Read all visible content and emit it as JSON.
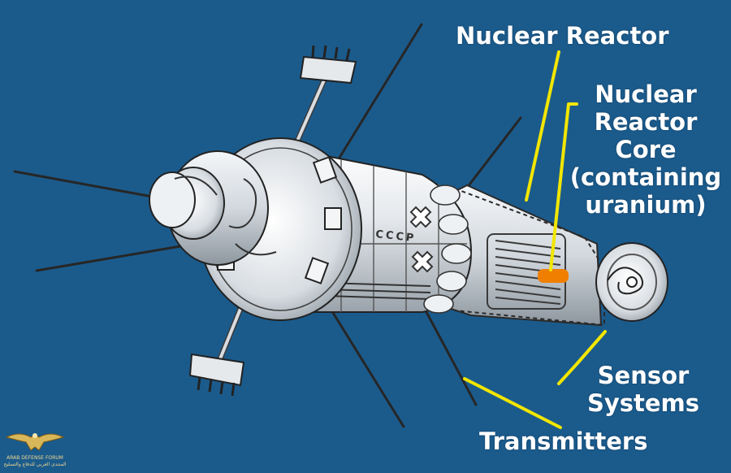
{
  "labels": {
    "nuclear_reactor": "Nuclear Reactor",
    "reactor_core": [
      "Nuclear",
      "Reactor",
      "Core",
      "(containing",
      "uranium)"
    ],
    "sensor_systems": [
      "Sensor",
      "Systems"
    ],
    "transmitters": "Transmitters",
    "hull_marking": "CCCP"
  },
  "colors": {
    "background": "#1b5b8c",
    "callout_line": "#f2e600",
    "core_highlight": "#f07f00",
    "label_text": "#ffffff"
  },
  "watermark": {
    "line1": "ARAB DEFENSE FORUM",
    "line2": "المنتدى العربي للدفاع والتسليح"
  }
}
